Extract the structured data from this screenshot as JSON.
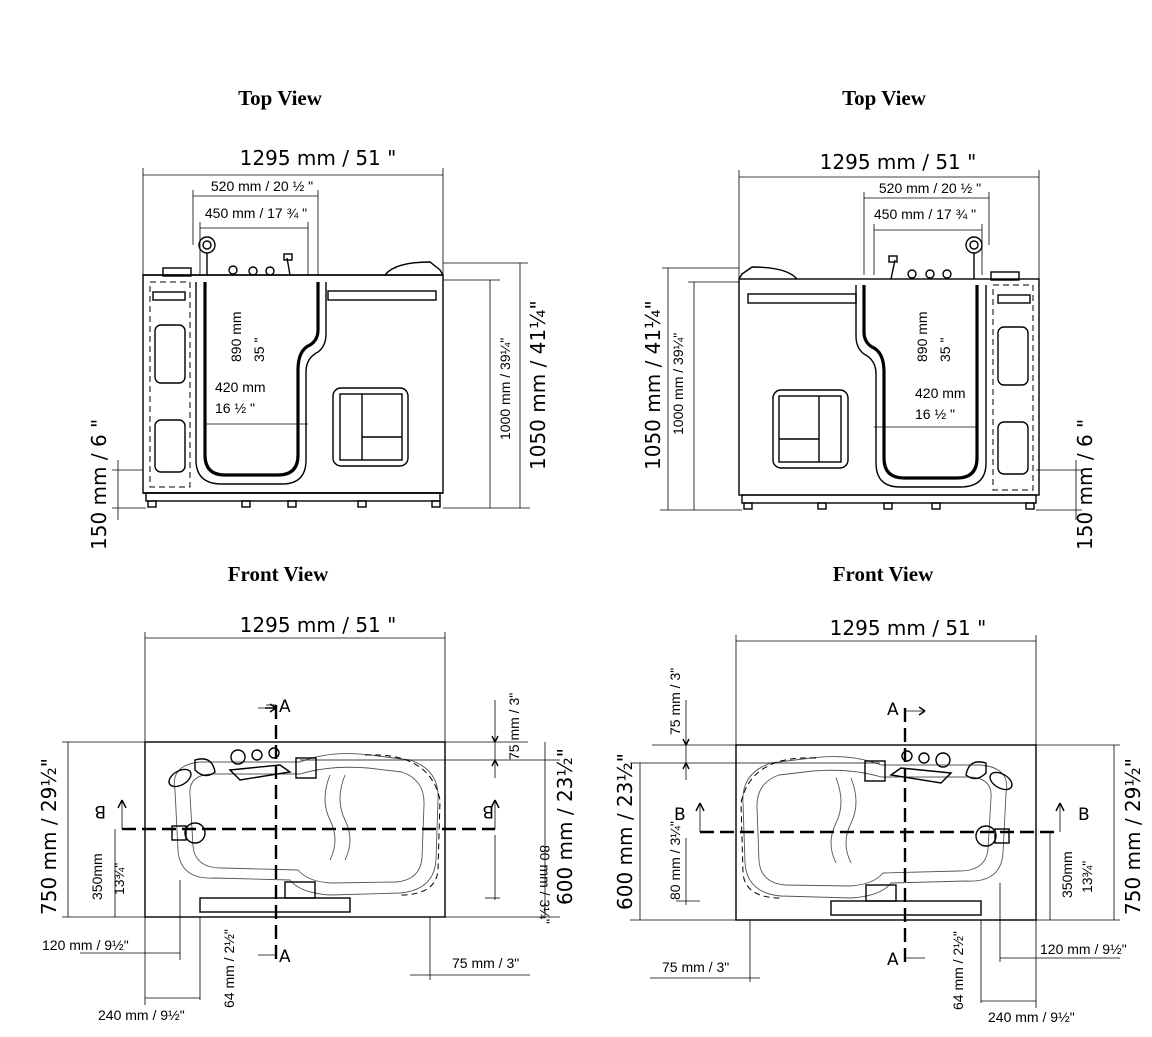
{
  "titles": {
    "top_left": "Top View",
    "top_right": "Top View",
    "front_left": "Front View",
    "front_right": "Front View"
  },
  "top_view": {
    "width": "1295 mm / 51 \"",
    "door_outer": "520 mm / 20 ½ \"",
    "door_inner": "450 mm / 17 ¾ \"",
    "seat_mm": "890 mm",
    "seat_in": "35 \"",
    "door_width_mm": "420 mm",
    "door_width_in": "16 ½ \"",
    "height_inner": "1000 mm / 39¼\"",
    "height_total": "1050 mm / 41¼\"",
    "step": "150 mm / 6 \""
  },
  "front_view": {
    "width": "1295 mm / 51 \"",
    "height_total": "750 mm / 29½\"",
    "height_tub": "600 mm / 23½\"",
    "top_offset": "75 mm / 3\"",
    "b_offset": "80 mm / 3¼\"",
    "seat_height_mm": "350mm",
    "seat_height_in": "13¾\"",
    "left_offset": "120 mm / 9½\"",
    "bottom_offset": "64 mm / 2½\"",
    "drain_offset": "240 mm / 9½\"",
    "right_offset": "75 mm / 3\"",
    "section_a": "A",
    "section_b": "B"
  }
}
